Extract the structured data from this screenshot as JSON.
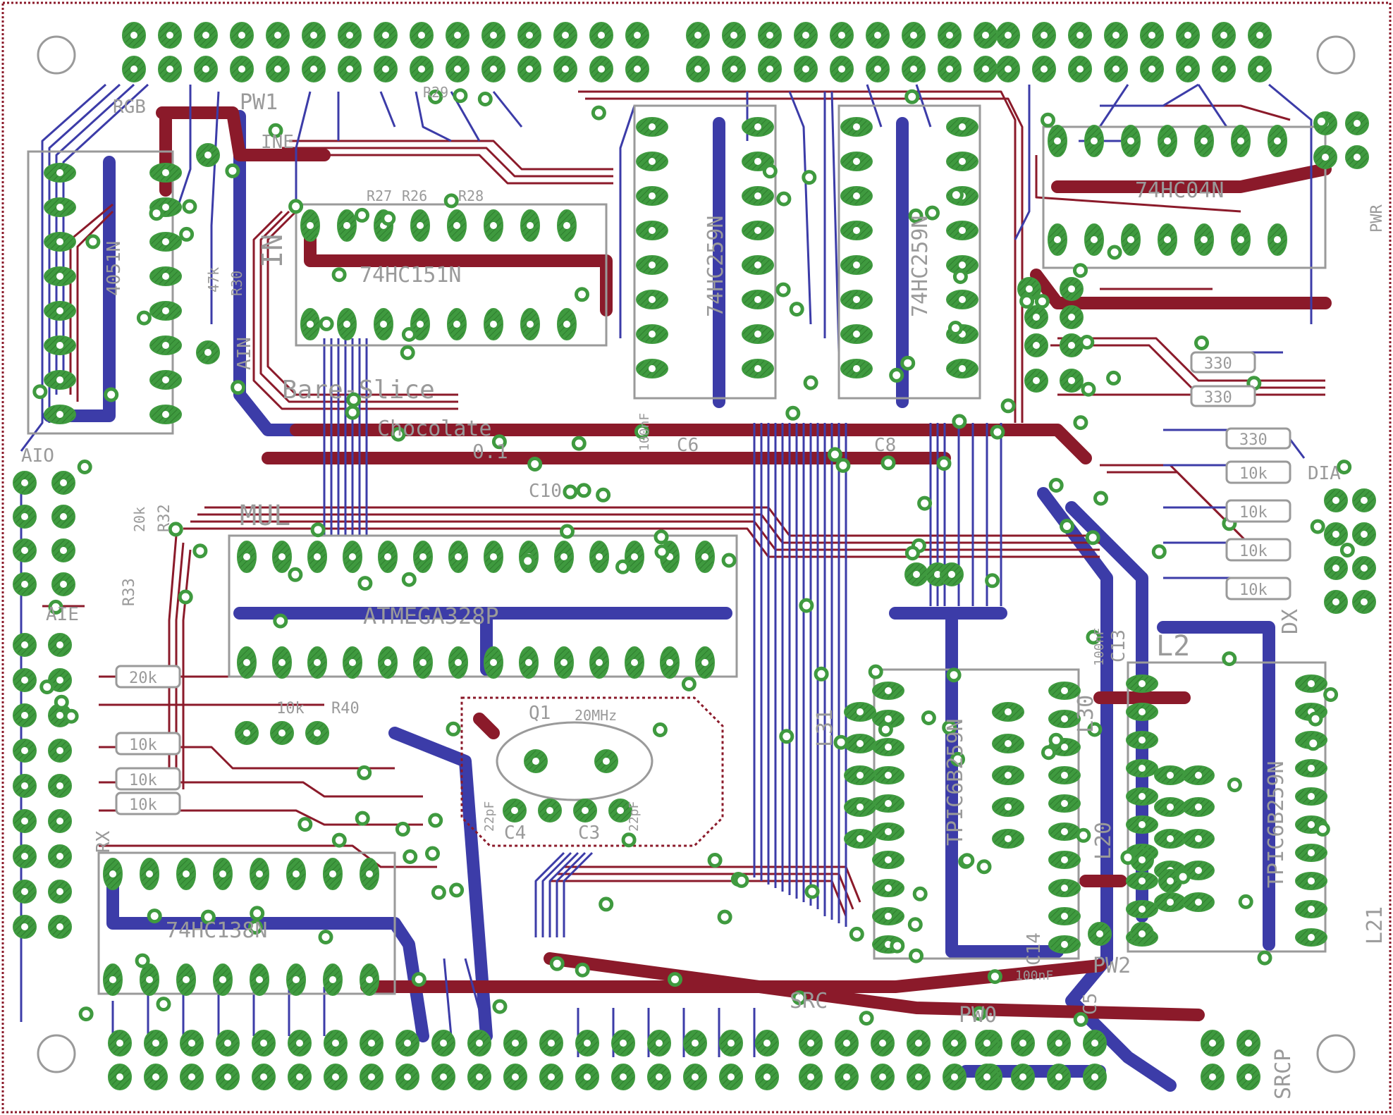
{
  "colors": {
    "background": "#ffffff",
    "outline": "#8b1a2a",
    "top_copper": "#8b1a2a",
    "bottom_copper": "#3c3ca8",
    "pad": "#3f9a3f",
    "pad_hatch": "#2e7d2e",
    "silk": "#9a9a9a",
    "hole": "#cfcfcf"
  },
  "silkscreen": {
    "ics": [
      {
        "id": "ic-4051n",
        "label": "4051N"
      },
      {
        "id": "ic-74hc151n",
        "label": "74HC151N"
      },
      {
        "id": "ic-74hc259n-a",
        "label": "74HC259N"
      },
      {
        "id": "ic-74hc259n-b",
        "label": "74HC259N"
      },
      {
        "id": "ic-74hc04n",
        "label": "74HC04N"
      },
      {
        "id": "ic-atmega328p",
        "label": "ATMEGA328P"
      },
      {
        "id": "ic-74hc138n",
        "label": "74HC138N"
      },
      {
        "id": "ic-tpic6b259n-a",
        "label": "TPIC6B259N"
      },
      {
        "id": "ic-tpic6b259n-b",
        "label": "TPIC6B259N"
      }
    ],
    "labels": [
      {
        "id": "lbl-rgb",
        "text": "RGB"
      },
      {
        "id": "lbl-pw1",
        "text": "PW1"
      },
      {
        "id": "lbl-ine",
        "text": "INE"
      },
      {
        "id": "lbl-in",
        "text": "IN"
      },
      {
        "id": "lbl-ain",
        "text": "AIN"
      },
      {
        "id": "lbl-aio",
        "text": "AIO"
      },
      {
        "id": "lbl-aie",
        "text": "AIE"
      },
      {
        "id": "lbl-mul",
        "text": "MUL"
      },
      {
        "id": "lbl-rx",
        "text": "RX"
      },
      {
        "id": "lbl-l31",
        "text": "L31"
      },
      {
        "id": "lbl-l30",
        "text": "L30"
      },
      {
        "id": "lbl-l20",
        "text": "L20"
      },
      {
        "id": "lbl-l21",
        "text": "L21"
      },
      {
        "id": "lbl-pw2",
        "text": "PW2"
      },
      {
        "id": "lbl-pw0",
        "text": "PW0"
      },
      {
        "id": "lbl-srcp",
        "text": "SRCP"
      },
      {
        "id": "lbl-src",
        "text": "SRC"
      },
      {
        "id": "lbl-dia",
        "text": "DIA"
      },
      {
        "id": "lbl-dx",
        "text": "DX"
      },
      {
        "id": "lbl-pwr",
        "text": "PWR"
      },
      {
        "id": "lbl-l2",
        "text": "L2"
      },
      {
        "id": "lbl-bb",
        "text": "Bare-Slice"
      },
      {
        "id": "lbl-choc",
        "text": "Chocolate"
      },
      {
        "id": "lbl-ver",
        "text": "0.1"
      }
    ],
    "parts": [
      {
        "id": "c6",
        "text": "C6"
      },
      {
        "id": "c8",
        "text": "C8"
      },
      {
        "id": "c10",
        "text": "C10"
      },
      {
        "id": "c13",
        "text": "C13"
      },
      {
        "id": "c14",
        "text": "C14"
      },
      {
        "id": "c5",
        "text": "C5"
      },
      {
        "id": "c4",
        "text": "C4"
      },
      {
        "id": "c3",
        "text": "C3"
      },
      {
        "id": "q1",
        "text": "Q1"
      },
      {
        "id": "q1-freq",
        "text": "20MHz"
      },
      {
        "id": "c4-val",
        "text": "22pF"
      },
      {
        "id": "c3-val",
        "text": "22pF"
      },
      {
        "id": "c6-val",
        "text": "100nF"
      },
      {
        "id": "c13-val",
        "text": "100nF"
      },
      {
        "id": "c14-val",
        "text": "100nF"
      },
      {
        "id": "r26",
        "text": "R26"
      },
      {
        "id": "r27",
        "text": "R27"
      },
      {
        "id": "r28",
        "text": "R28"
      },
      {
        "id": "r29",
        "text": "R29"
      },
      {
        "id": "r30",
        "text": "R30"
      },
      {
        "id": "r32",
        "text": "R32"
      },
      {
        "id": "r33",
        "text": "R33"
      },
      {
        "id": "r40",
        "text": "R40"
      },
      {
        "id": "r30-val",
        "text": "47k"
      },
      {
        "id": "r32-val",
        "text": "20k"
      },
      {
        "id": "r40-val",
        "text": "10k"
      }
    ],
    "resistor_values": [
      {
        "id": "rv-1",
        "text": "10k"
      },
      {
        "id": "rv-2",
        "text": "10k"
      },
      {
        "id": "rv-3",
        "text": "10k"
      },
      {
        "id": "rv-4",
        "text": "10k"
      },
      {
        "id": "rv-5",
        "text": "20k"
      },
      {
        "id": "rv-6",
        "text": "10k"
      },
      {
        "id": "rv-7",
        "text": "10k"
      },
      {
        "id": "rv-8",
        "text": "10k"
      },
      {
        "id": "rv-9",
        "text": "330"
      },
      {
        "id": "rv-10",
        "text": "330"
      },
      {
        "id": "rv-11",
        "text": "330"
      }
    ]
  }
}
